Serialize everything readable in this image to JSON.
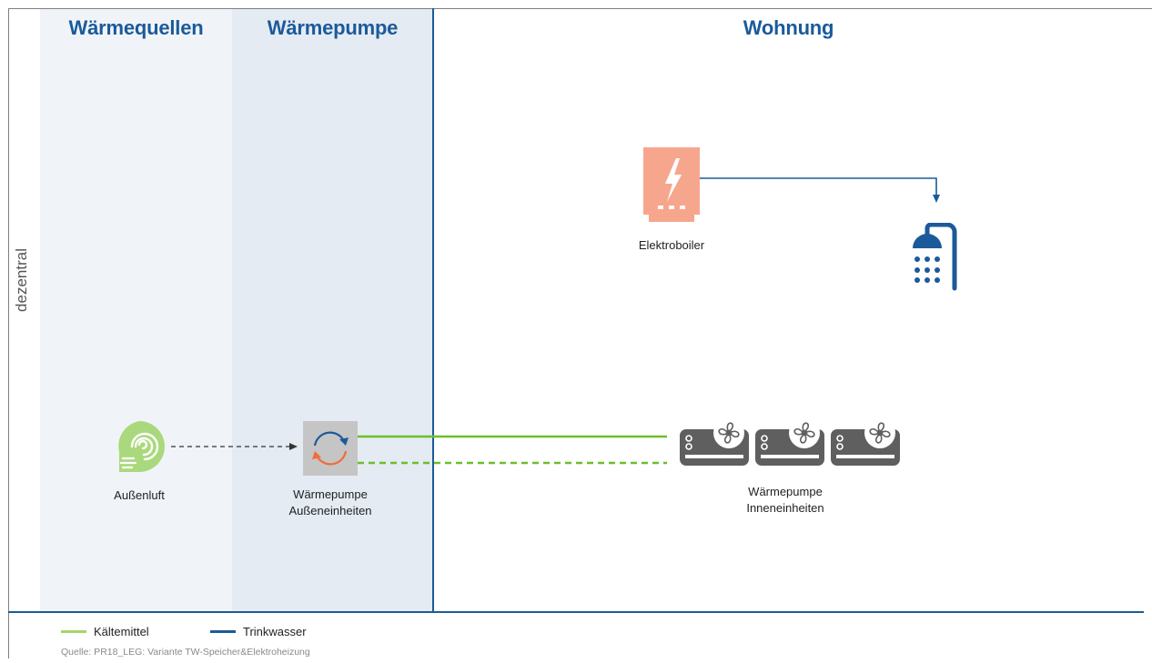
{
  "columns": {
    "heat_sources": "Wärmequellen",
    "heat_pump": "Wärmepumpe",
    "apartment": "Wohnung"
  },
  "row_label": "dezentral",
  "nodes": {
    "outside_air": {
      "label": "Außenluft",
      "icon": "air-icon"
    },
    "outdoor_unit": {
      "label_line1": "Wärmepumpe",
      "label_line2": "Außeneinheiten",
      "icon": "heat-pump-cycle-icon"
    },
    "electric_boiler": {
      "label": "Elektroboiler",
      "icon": "electric-boiler-icon"
    },
    "shower": {
      "label": "",
      "icon": "shower-icon"
    },
    "indoor_units": {
      "label_line1": "Wärmepumpe",
      "label_line2": "Inneneinheiten",
      "icon": "indoor-unit-fan-icon",
      "count": 3
    }
  },
  "legend": [
    {
      "label": "Kältemittel",
      "color": "#a5d46a"
    },
    {
      "label": "Trinkwasser",
      "color": "#1b5a9a"
    }
  ],
  "source": "Quelle: PR18_LEG: Variante TW-Speicher&Elektroheizung",
  "colors": {
    "heading_blue": "#1b5a9a",
    "refrigerant_green": "#6cbf2a",
    "boiler_salmon": "#f7a68e",
    "air_green": "#a9d97c",
    "unit_gray": "#5f5f5f",
    "panel_light": "#f0f4f8",
    "panel_mid": "#e4ebf3"
  }
}
